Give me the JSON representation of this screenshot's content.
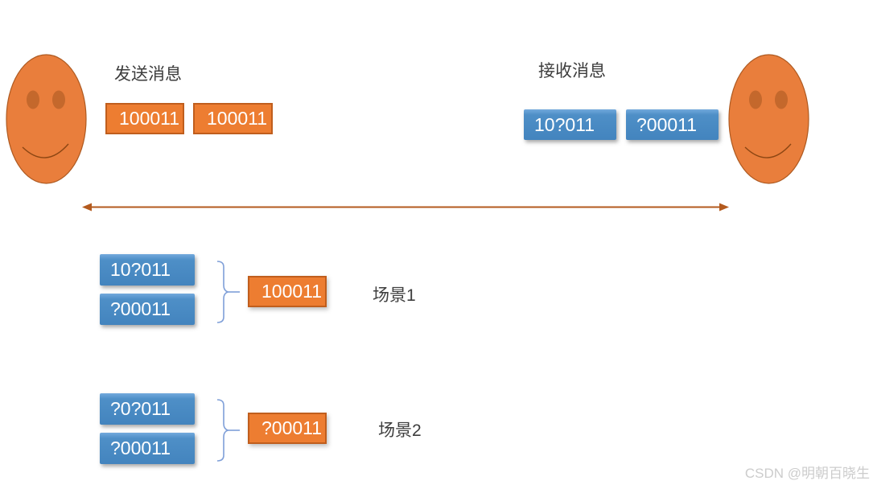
{
  "title": "message-transmission-scenarios-diagram",
  "sender": {
    "label": "发送消息",
    "messages": [
      "100011",
      "100011"
    ]
  },
  "receiver": {
    "label": "接收消息",
    "messages": [
      "10?011",
      "?00011"
    ]
  },
  "scenarios": [
    {
      "label": "场景1",
      "received": [
        "10?011",
        "?00011"
      ],
      "decoded": "100011"
    },
    {
      "label": "场景2",
      "received": [
        "?0?011",
        "?00011"
      ],
      "decoded": "?00011"
    }
  ],
  "watermark": "CSDN @明朝百晓生",
  "icons": {
    "left_face": "smiley-face",
    "right_face": "smiley-face",
    "channel": "double-headed-arrow",
    "grouping": "right-curly-brace"
  },
  "colors": {
    "sent_box_fill": "#ED7D31",
    "sent_box_border": "#C05E1D",
    "received_box_fill": "#4E8FC7",
    "face_fill": "#E97E3C",
    "face_border": "#AE5A21",
    "arrow": "#B35A1E",
    "brace": "#7F9FD8",
    "label_text": "#3D3D3D",
    "watermark_text": "#CCCCCC",
    "box_text": "#FFFFFF",
    "background": "#FFFFFF"
  }
}
